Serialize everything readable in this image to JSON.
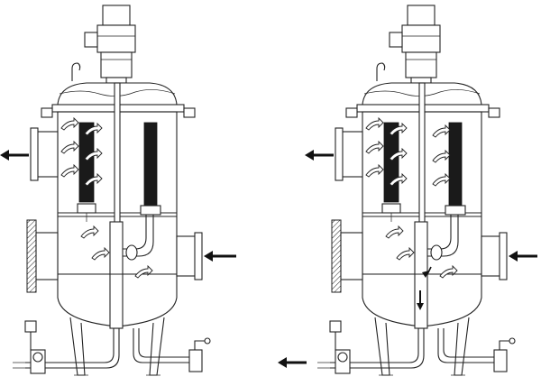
{
  "figure": {
    "panels": [
      {
        "id": "left",
        "mode": "filtration",
        "icons": [
          "inlet-arrow-icon",
          "outlet-arrow-icon"
        ]
      },
      {
        "id": "right",
        "mode": "backwash-cleaning",
        "icons": [
          "inlet-arrow-icon",
          "outlet-arrow-icon",
          "drain-arrow-icon"
        ]
      }
    ],
    "colors": {
      "line": "#222222",
      "element": "#1a1a1a",
      "background": "#ffffff"
    }
  }
}
